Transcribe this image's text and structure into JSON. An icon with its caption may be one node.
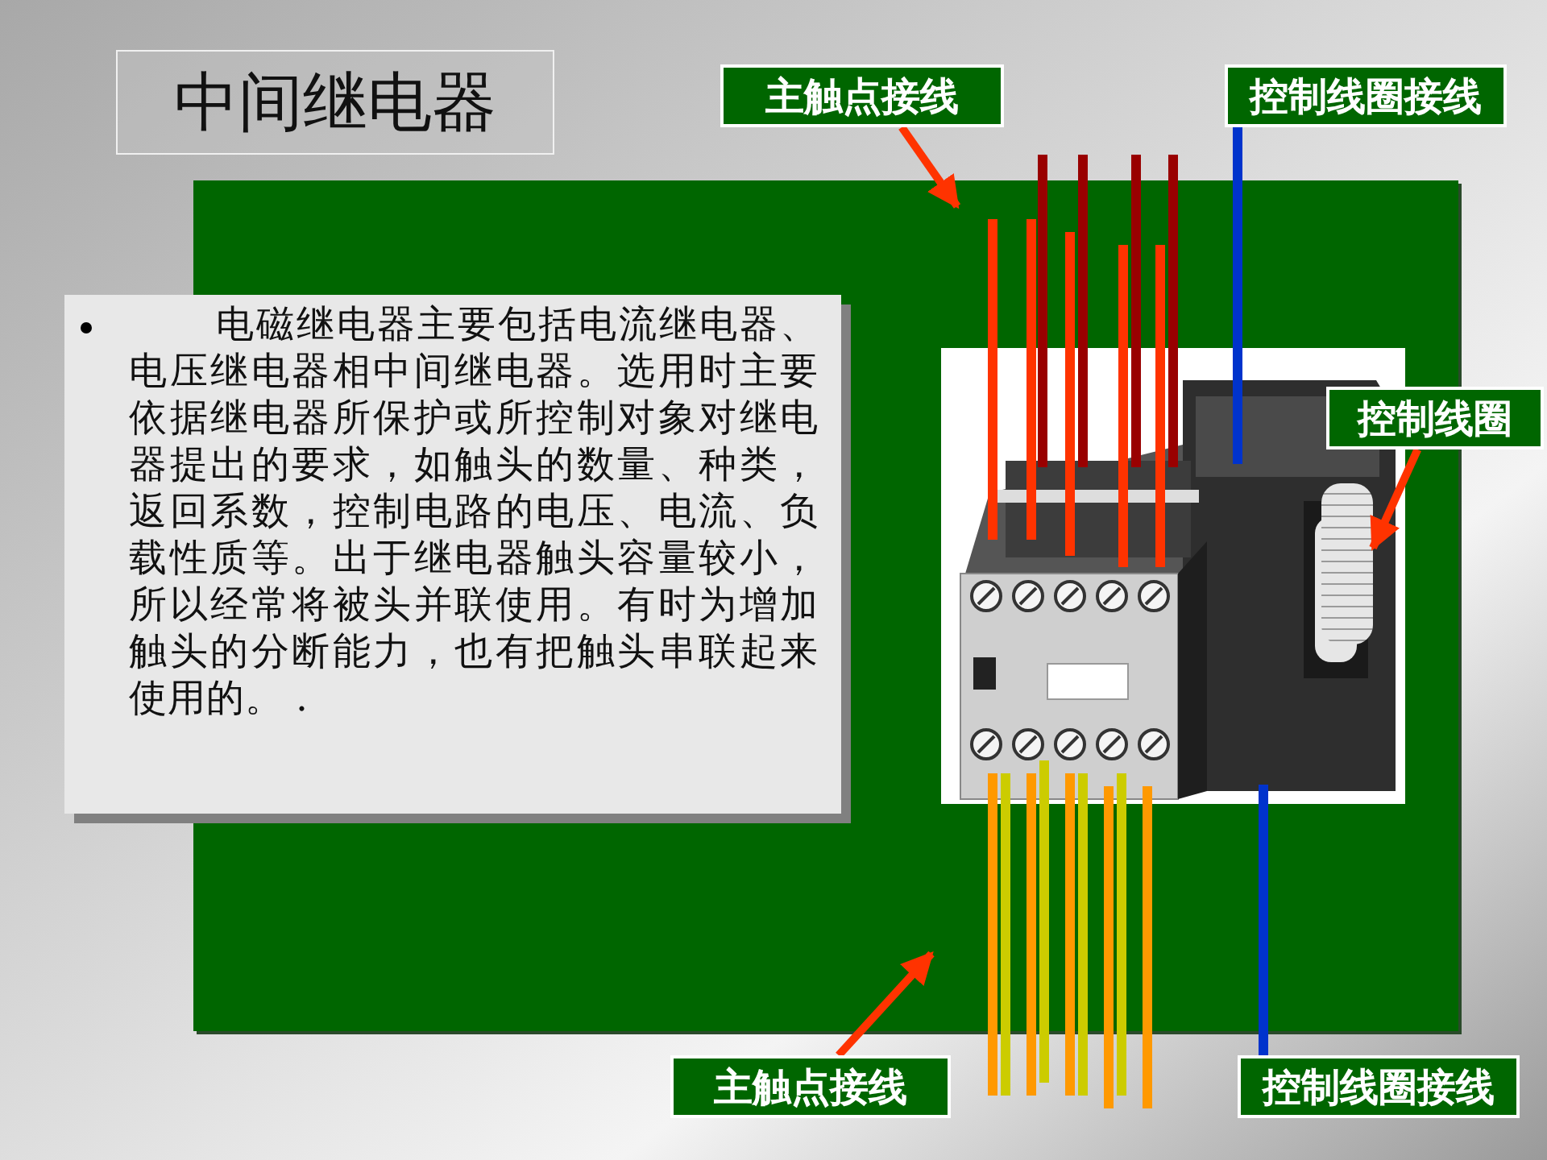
{
  "diagram": {
    "title": "中间继电器",
    "nodes": [
      {
        "text": [
          "电磁继电器主要包括电流继电器、电压继电器相中间继电器。选用时主要依据继电器所保护或所控制对象对继电器提出的要求，如触头的数量、种类，返回系数，控制电路的电压、电流、负载性质等。出于继电器触头容量较小，所以经常将被头并联使用。有时为增加触头的分断能力，也有把触头串联起来使用的。 ."
        ]
      },
      {
        "text": [
          "主触点接线"
        ]
      },
      {
        "text": [
          "控制线圈接线"
        ]
      },
      {
        "text": [
          "控制线圈"
        ]
      },
      {
        "text": [],
        "shape": "picture"
      },
      {
        "text": [],
        "shape": "cylinder",
        "in": 4
      },
      {
        "text": [
          "主触点接线"
        ]
      },
      {
        "text": [
          "控制线圈接线"
        ]
      }
    ],
    "edges": [
      {
        "from": 1,
        "to": null,
        "arrow": "to"
      },
      {
        "from": 2,
        "to": 4,
        "arrow": "none",
        "color": "#0033cc"
      },
      {
        "from": 3,
        "to": 5,
        "arrow": "to"
      },
      {
        "from": 6,
        "to": null,
        "arrow": "to"
      },
      {
        "from": 7,
        "to": 4,
        "arrow": "none",
        "color": "#0033cc"
      }
    ]
  }
}
